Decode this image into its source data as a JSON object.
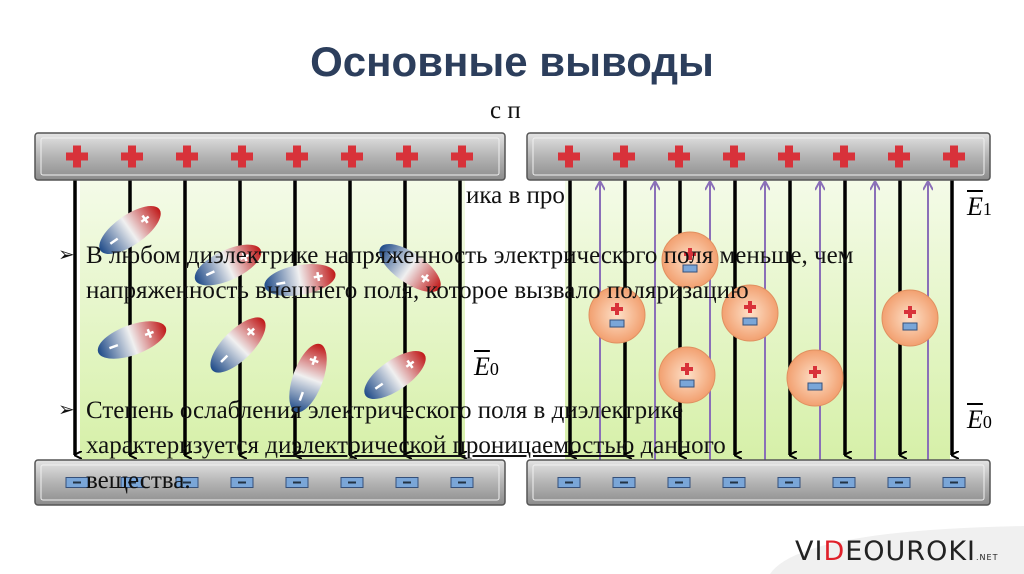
{
  "title": "Основные выводы",
  "bullets": [
    {
      "line1": "с п",
      "line2": "ика в про"
    },
    {
      "text": "В любом диэлектрике напряженность электрического поля меньше, чем напряженность внешнего поля, которое вызвало поляризацию"
    },
    {
      "line1": "Степень ослабления электрического поля в диэлектрике",
      "line2_a": "характеризуется ",
      "line2_u": "диэлектрической проницаемостью",
      "line2_b": " данного",
      "line3": "вещества."
    }
  ],
  "labels": {
    "e1": "E",
    "e1_sub": "1",
    "e0": "E",
    "e0_sub": "0"
  },
  "logo": {
    "pre": "VI",
    "d": "D",
    "post": "EOUROKI",
    "net": ".NET"
  },
  "colors": {
    "title": "#2c3e5c",
    "field": "#e6f7c8",
    "plus": "#d8323a",
    "minus": "#7aa6d8",
    "induced": "#8a6fb8"
  }
}
